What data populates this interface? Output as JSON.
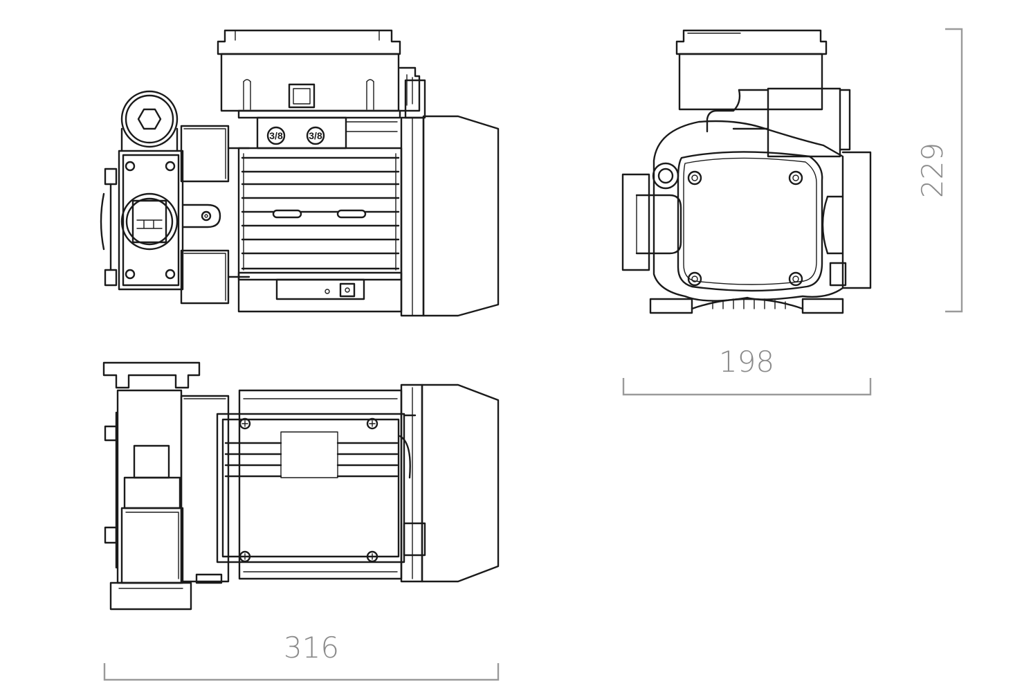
{
  "dimensions": {
    "width": "316",
    "depth": "198",
    "height": "229"
  },
  "port_labels": {
    "left": "3/8",
    "right": "3/8"
  },
  "colors": {
    "line": "#1a1a1a",
    "dimension": "#9a9a9a"
  }
}
